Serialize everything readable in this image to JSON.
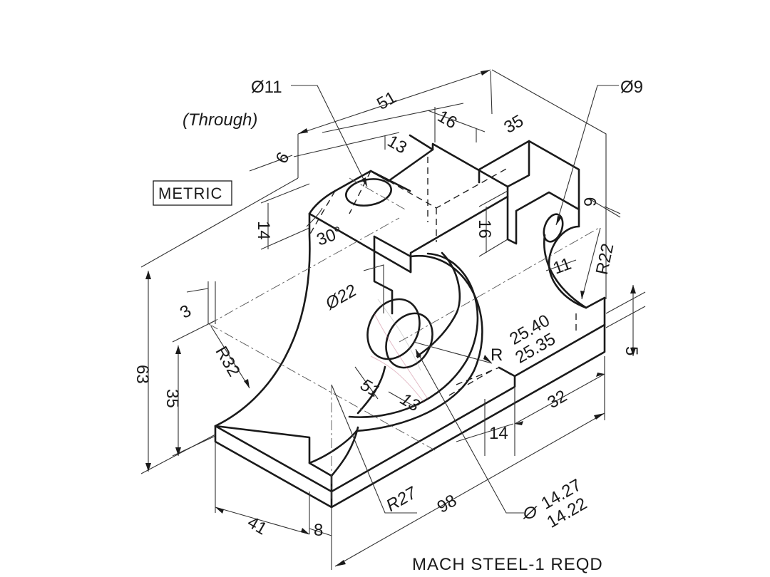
{
  "notes": {
    "metric": "METRIC",
    "title": "MACH STEEL-1 REQD",
    "through": "(Through)"
  },
  "dimensions": {
    "hole_top": "Ø11",
    "hole_right": "Ø9",
    "d51": "51",
    "d16_top": "16",
    "d35": "35",
    "d13_top": "13",
    "d9_left": "9",
    "d14_left": "14",
    "angle30": "30°",
    "d16_mid": "16",
    "d9_right": "9",
    "d11": "11",
    "r22": "R22",
    "boss22": "Ø22",
    "d3": "3",
    "r32": "R32",
    "d63": "63",
    "d35_left": "35",
    "r_upper": "25.40",
    "r_lower": "25.35",
    "r_prefix": "R",
    "d5": "5",
    "d32": "32",
    "d51_small": "51",
    "d13_small": "13",
    "d14_bottom": "14",
    "r27": "R27",
    "d98": "98",
    "bore_prefix": "Ø",
    "bore_upper": "14.27",
    "bore_lower": "14.22",
    "d41": "41",
    "d8": "8"
  }
}
